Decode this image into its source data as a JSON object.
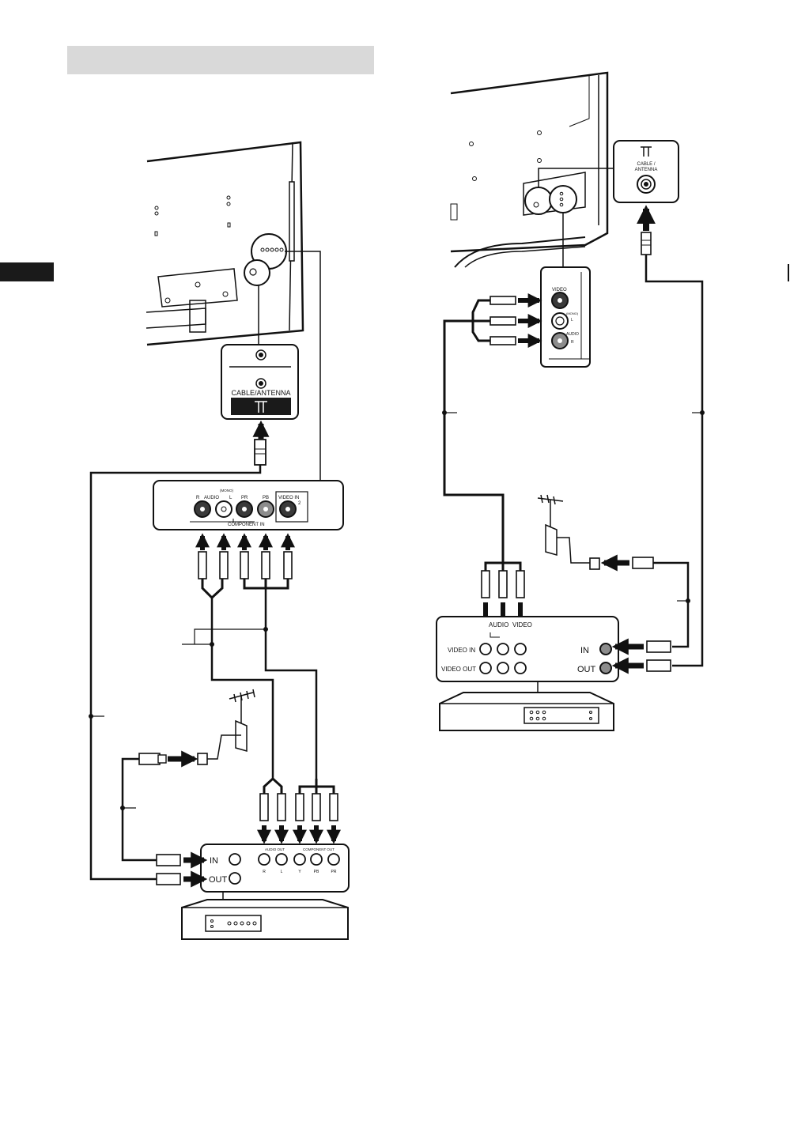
{
  "colors": {
    "ink": "#111111",
    "panel": "#ffffff",
    "shade": "#d9d9d9",
    "tab": "#1a1a1a",
    "jack_dark": "#3a3a3a",
    "jack_grey": "#8c8c8c"
  },
  "left_diagram": {
    "tv_antenna_box": {
      "label": "CABLE/ANTENNA"
    },
    "tv_jack_panel": {
      "r": "R",
      "audio": "AUDIO",
      "mono": "(MONO)",
      "l": "L",
      "pr": "PR",
      "pb": "PB",
      "video_in": "VIDEO IN",
      "video_in_num": "2",
      "component_in": "COMPONENT IN"
    },
    "device": {
      "in": "IN",
      "out": "OUT",
      "audio_out": "AUDIO OUT",
      "component_out": "COMPONENT OUT",
      "jack_labels": [
        "R",
        "L",
        "Y",
        "PB",
        "PR"
      ]
    }
  },
  "right_diagram": {
    "antenna_inset": {
      "line1": "CABLE /",
      "line2": "ANTENNA"
    },
    "av_panel": {
      "video": "VIDEO",
      "mono": "(MONO)",
      "l": "L",
      "audio": "AUDIO",
      "r": "R"
    },
    "vcr": {
      "audio_header": "AUDIO",
      "video_header": "VIDEO",
      "video_in": "VIDEO IN",
      "video_out": "VIDEO OUT",
      "in": "IN",
      "out": "OUT"
    }
  }
}
